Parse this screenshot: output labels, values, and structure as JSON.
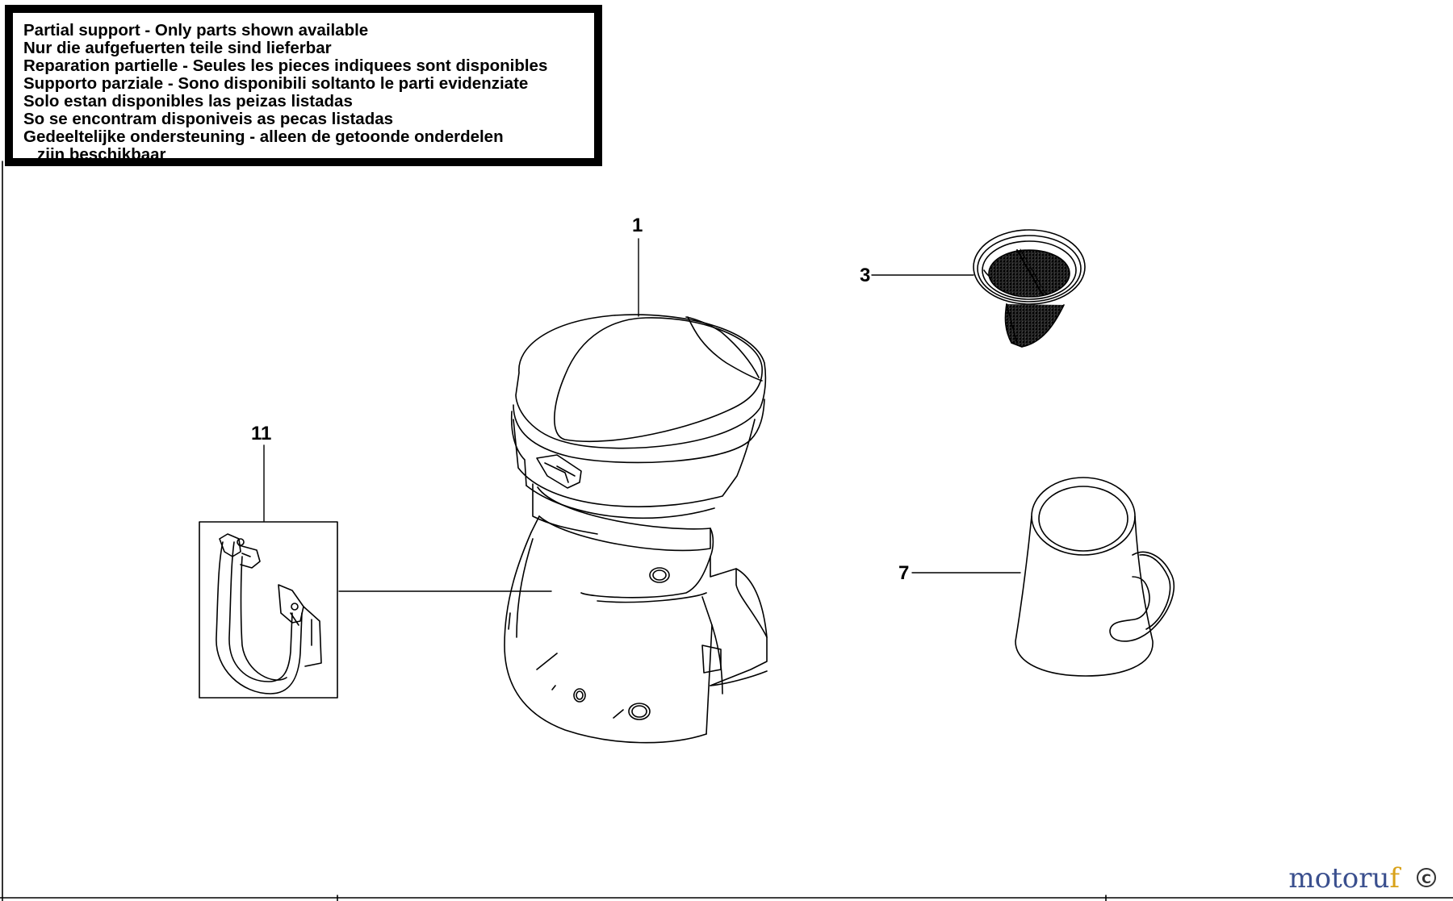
{
  "notice": {
    "lines": [
      "Partial support - Only parts shown available",
      "Nur die aufgefuerten teile sind lieferbar",
      "Reparation partielle - Seules les pieces indiquees sont disponibles",
      "Supporto parziale - Sono disponibili soltanto le parti evidenziate",
      "Solo estan disponibles las peizas listadas",
      "So se encontram disponiveis as pecas listadas",
      "Gedeeltelijke ondersteuning - alleen de getoonde onderdelen",
      "zijn beschikbaar"
    ]
  },
  "callouts": {
    "part_1": "1",
    "part_3": "3",
    "part_7": "7",
    "part_11": "11"
  },
  "parts": {
    "part_1_icon": "coffee-maker-housing-icon",
    "part_3_icon": "filter-basket-icon",
    "part_7_icon": "carafe-jug-icon",
    "part_11_icon": "heating-element-icon"
  },
  "watermark": {
    "brand_main": "motoru",
    "brand_accent": "f",
    "brand_mark": "C"
  },
  "colors": {
    "line": "#000000",
    "background": "#ffffff",
    "brand": "#3a4f8e",
    "brand_accent": "#d9a21a"
  }
}
